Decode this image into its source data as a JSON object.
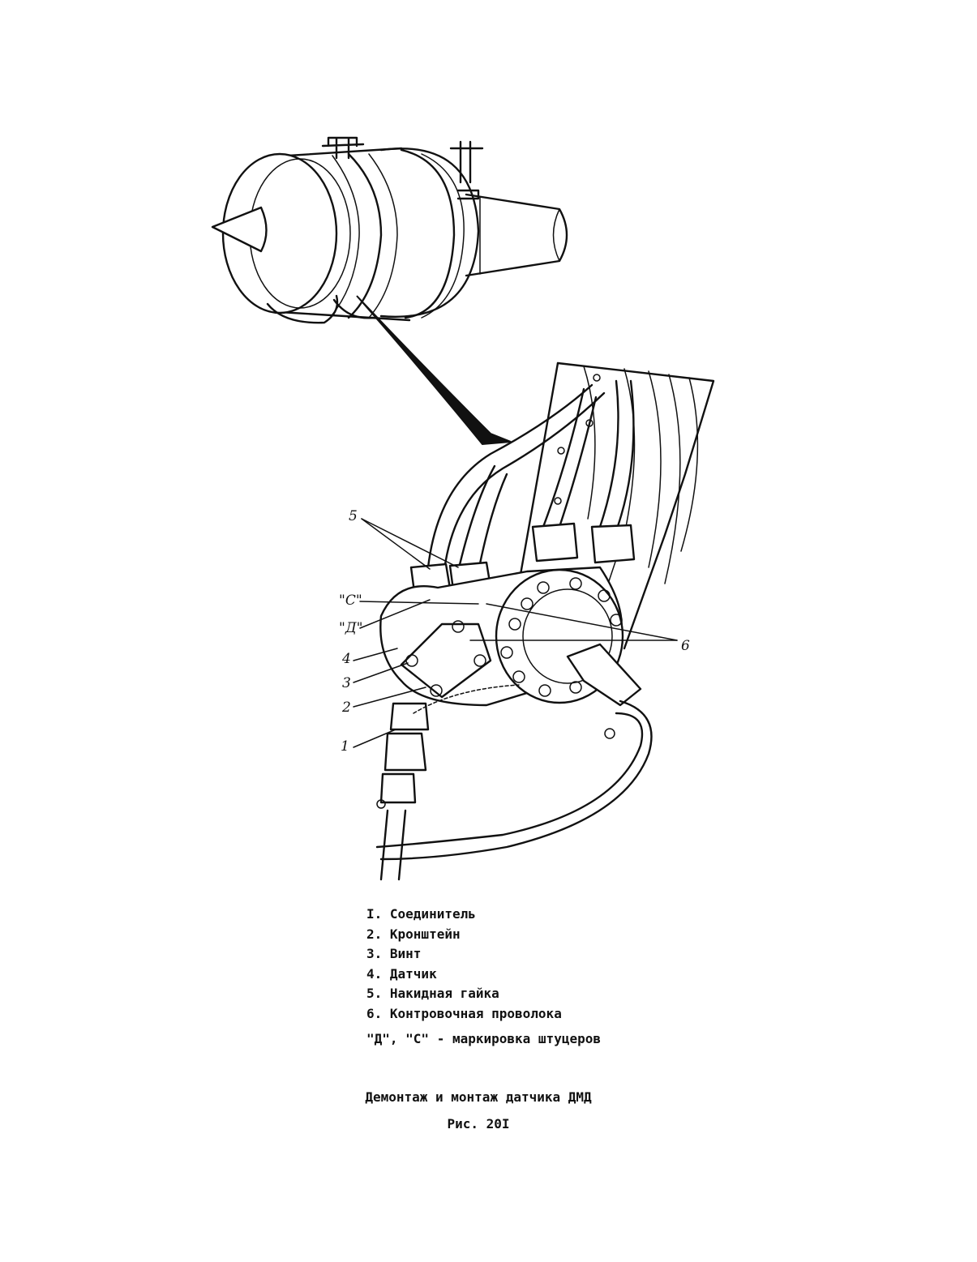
{
  "callouts": {
    "c1": "1",
    "c2": "2",
    "c3": "3",
    "c4": "4",
    "c5": "5",
    "c6": "6",
    "cD": "\"Д\"",
    "cC": "\"С\""
  },
  "legend": {
    "items": [
      "I. Соединитель",
      "2. Кронштейн",
      "3. Винт",
      "4. Датчик",
      "5. Накидная гайка",
      "6. Контровочная проволока"
    ],
    "note": "\"Д\", \"С\" - маркировка штуцеров"
  },
  "caption": {
    "title": "Демонтаж и монтаж датчика ДМД",
    "figure": "Рис. 20I"
  }
}
